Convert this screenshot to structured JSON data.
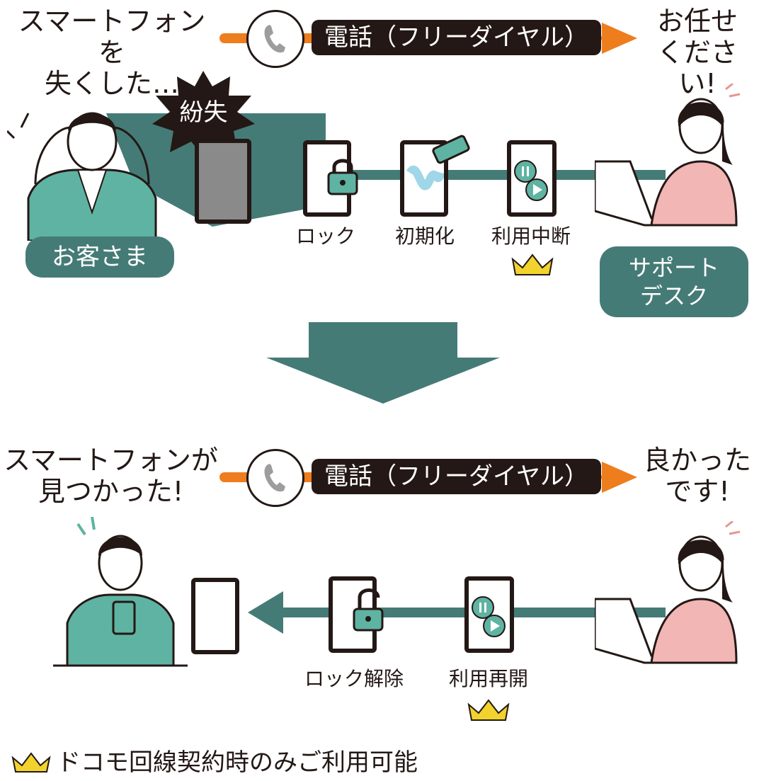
{
  "colors": {
    "teal": "#457b76",
    "teal_light": "#5fb3a2",
    "orange": "#ee7d1d",
    "black": "#231815",
    "gold": "#f2d32d"
  },
  "top": {
    "left_text": [
      "スマートフォンを",
      "失くした…"
    ],
    "call_label": "電話（フリーダイヤル）",
    "right_text": [
      "お任せ",
      "ください!"
    ],
    "lost_badge": "紛失",
    "customer_label": "お客さま",
    "actions": [
      {
        "label": "ロック",
        "icon": "lock-icon",
        "crown": false
      },
      {
        "label": "初期化",
        "icon": "eraser-icon",
        "crown": false
      },
      {
        "label": "利用中断",
        "icon": "pause-play-icon",
        "crown": true
      }
    ],
    "desk_label": [
      "サポート",
      "デスク"
    ]
  },
  "bottom": {
    "left_text": [
      "スマートフォンが",
      "見つかった!"
    ],
    "call_label": "電話（フリーダイヤル）",
    "right_text": [
      "良かった",
      "です!"
    ],
    "actions": [
      {
        "label": "ロック解除",
        "icon": "unlock-icon",
        "crown": false
      },
      {
        "label": "利用再開",
        "icon": "pause-play-icon",
        "crown": true
      }
    ]
  },
  "footnote": "ドコモ回線契約時のみご利用可能"
}
